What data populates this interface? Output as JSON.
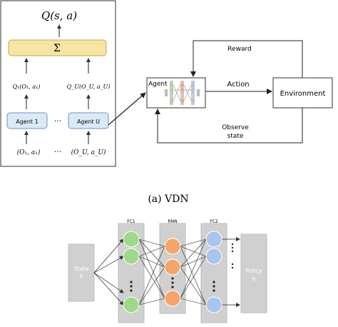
{
  "vdn": {
    "output_label": "Q(s, a)",
    "sum_symbol": "Σ",
    "q_left": "Q₁(O₁, a₁)",
    "q_right": "Q_U(O_U, a_U)",
    "agent_left": "Agent 1",
    "agent_right": "Agent U",
    "ellipsis": "···",
    "input_left": "(O₁, a₁)",
    "input_right": "(O_U, a_U)"
  },
  "loop": {
    "agent_label": "Agent",
    "reward_label": "Reward",
    "action_label": "Action",
    "environment_label": "Environment",
    "observe_line1": "Observe",
    "observe_line2": "state"
  },
  "caption": "(a)  VDN",
  "network": {
    "state_line1": "State",
    "state_line2": "S",
    "fc1_label": "FC1",
    "rnn_label": "RNN",
    "fc2_label": "FC2",
    "policy_line1": "Policy",
    "policy_line2": "π",
    "vertical_dots": "•\n•\n•",
    "colors": {
      "fc1_node": "#9ed98a",
      "rnn_node": "#f5a56a",
      "fc2_node": "#a9c4ee",
      "bar": "#d0d0d0",
      "agent_box": "#dbe9f7"
    }
  }
}
